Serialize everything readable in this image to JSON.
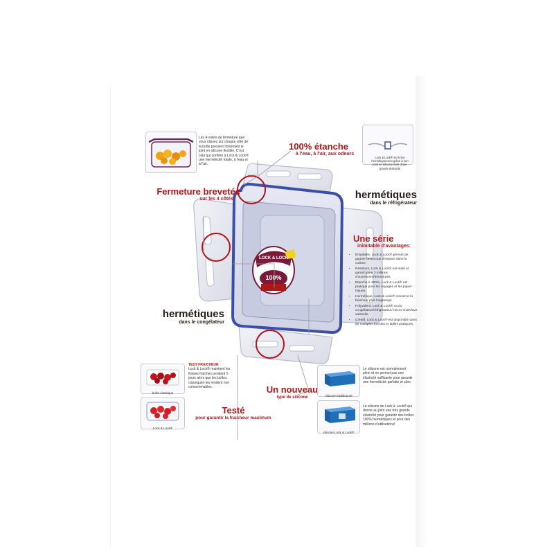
{
  "labels": {
    "etanche_title": "100% étanche",
    "etanche_sub": "à l'eau, à l'air, aux odeurs",
    "fermeture_title": "Fermeture brevetée",
    "fermeture_sub": "sur les 4 côtés",
    "hermetiques_refrig_title": "hermétiques",
    "hermetiques_refrig_sub": "dans le réfrigérateur",
    "serie_title": "Une série",
    "serie_sub": "inimitable d'avantages:",
    "hermetiques_cong_title": "hermétiques",
    "hermetiques_cong_sub": "dans le congélateur",
    "nouveau_title": "Un nouveau",
    "nouveau_sub": "type de silicone",
    "teste_title": "Testé",
    "teste_sub": "pour garantir la fraicheur maximum"
  },
  "descriptions": {
    "clips_text": "Les 4 volets de fermeture que vous clipsez sur chaque côté de la boîte pressent fortement le joint en silicone flexible. C'est cela qui confère à Lock & Lock® une herméticité totale, à l'eau et à l'air.",
    "joint_text": "Lock & Lock® se ferme hermétiquement grâce à son joint en silicone doté d'une grande élasticité",
    "test_heading": "TEST FRAICHEUR",
    "test_text": "Lock & Lock® maintient les fraises fraîches pendant 5 jours alors que les boîtes classiques les rendent non consommables.",
    "silicone_trad_text": "Le silicone est normalement plein et ne permet pas une élasticité suffisante pour garantir une herméticité parfaite et sûre.",
    "silicone_lock_text": "Le silicone de Lock & Lock® qui donne au joint une très grande élasticité pour garantir des boîtes 100% hermétiques et pour des millions d'utilisations!"
  },
  "advantages": [
    "Empilable, Lock & Lock® permet de gagner beaucoup d'espace dans la cuisine.",
    "Résistant, Lock & Lock® est testé et garanti pour 3 millions d'ouvertures/fermetures.",
    "Etanche à 100%, Lock & Lock® est pratique pour les voyages et les pique-niques.",
    "Hermétique, Lock & Lock® conserve la fraicheur plus longtemps.",
    "Polyvalent, Lock & Lock® va du congélateur/réfrigérateur/ micro-onde/lave-vaisselle.",
    "Créatif, Lock & Lock® est disponible dans de multiples formats et tailles pratiques."
  ],
  "captions": {
    "boite_classique": "boîte classique",
    "lock_lock": "Lock & Lock®",
    "silicone_traditionnel": "silicone traditionnel",
    "silicone_lock": "silicone Lock & Lock®"
  },
  "lid": {
    "logo_text": "LOCK & LOCK",
    "badge_text": "100%"
  },
  "colors": {
    "accent_red": "#b01818",
    "lid_blue": "#3b4fa8",
    "silicone_blue": "#1f6fb8"
  }
}
